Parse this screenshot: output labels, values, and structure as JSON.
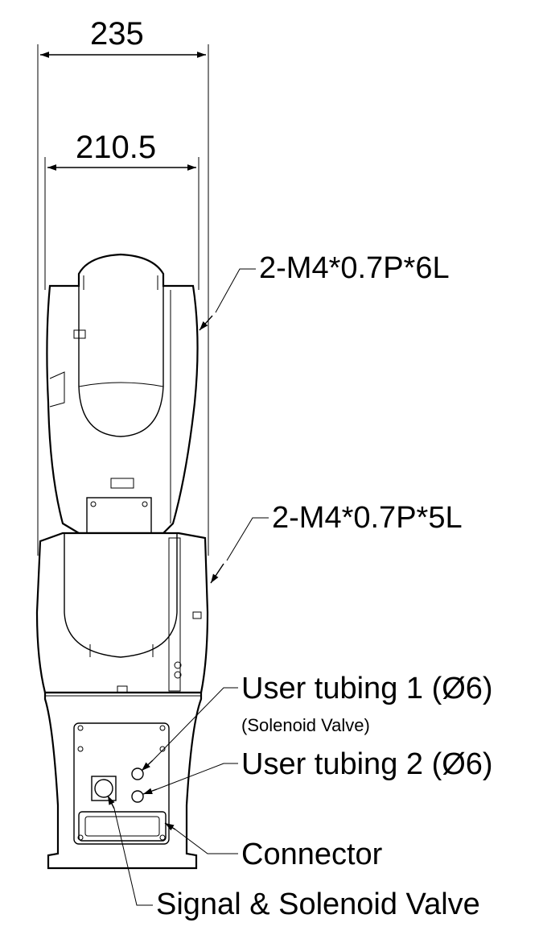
{
  "dimensions": {
    "overall_width": "235",
    "inner_width": "210.5"
  },
  "callouts": {
    "screw_upper": "2-M4*0.7P*6L",
    "screw_lower": "2-M4*0.7P*5L",
    "user_tubing_1": "User tubing 1 (Ø6)",
    "user_tubing_1_note": "(Solenoid Valve)",
    "user_tubing_2": "User tubing 2 (Ø6)",
    "connector": "Connector",
    "signal_solenoid": "Signal & Solenoid Valve"
  }
}
